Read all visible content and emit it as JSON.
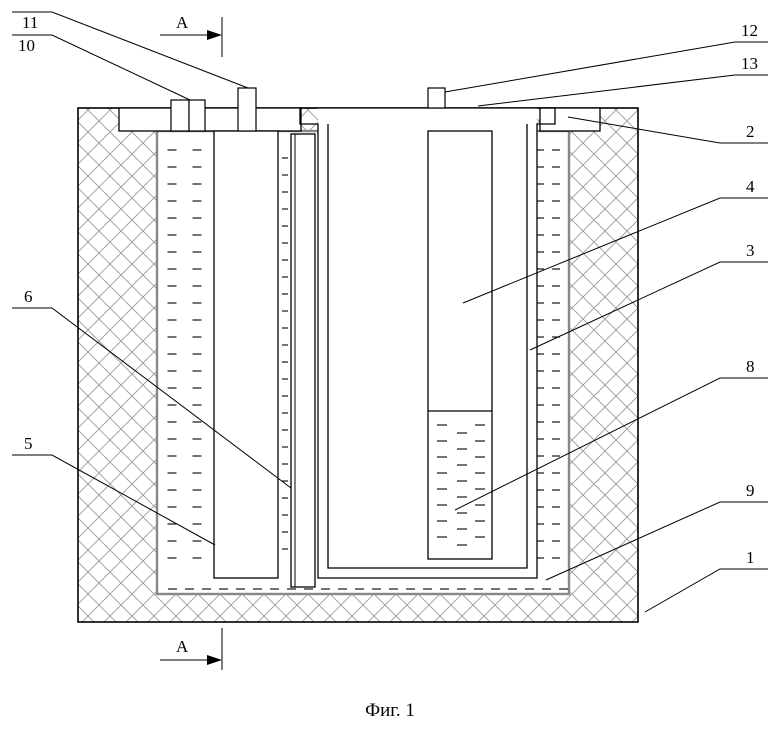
{
  "figure": {
    "caption": "Фиг. 1",
    "section_mark": "А",
    "labels": [
      "1",
      "2",
      "3",
      "4",
      "5",
      "6",
      "8",
      "9",
      "10",
      "11",
      "12",
      "13"
    ]
  }
}
